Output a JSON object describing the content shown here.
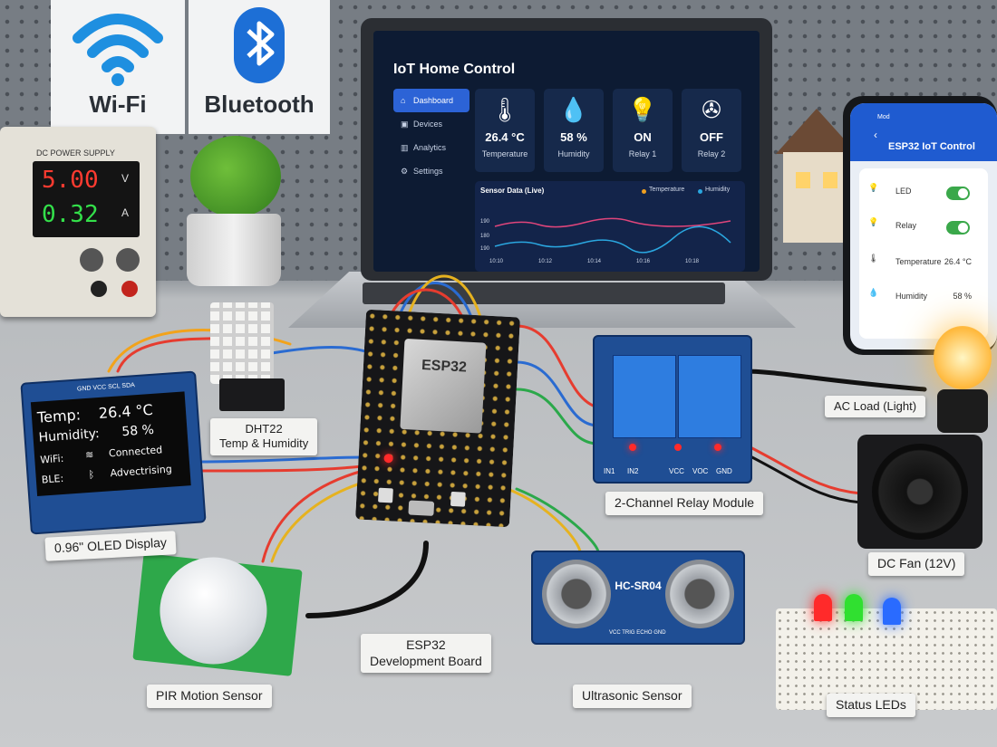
{
  "wall_signs": {
    "wifi": "Wi-Fi",
    "bluetooth": "Bluetooth"
  },
  "power_supply": {
    "title": "DC POWER SUPPLY",
    "voltage": "5.00",
    "voltage_unit": "V",
    "current": "0.32",
    "current_unit": "A"
  },
  "laptop_app": {
    "title": "IoT Home Control",
    "nav": [
      "Dashboard",
      "Devices",
      "Analytics",
      "Settings"
    ],
    "cards": [
      {
        "value": "26.4 °C",
        "label": "Temperature",
        "icon": "thermometer-icon"
      },
      {
        "value": "58 %",
        "label": "Humidity",
        "icon": "droplet-icon"
      },
      {
        "value": "ON",
        "label": "Relay 1",
        "icon": "lightbulb-icon"
      },
      {
        "value": "OFF",
        "label": "Relay 2",
        "icon": "fan-icon"
      }
    ],
    "chart": {
      "title": "Sensor Data (Live)",
      "legend": [
        "Temperature",
        "Humidity"
      ],
      "y_ticks": [
        "190",
        "180",
        "190"
      ],
      "x_ticks": [
        "10:10",
        "10:12",
        "10:14",
        "10:16",
        "10:18"
      ],
      "colors": {
        "temperature": "#e0457b",
        "humidity": "#2aa7e0"
      }
    }
  },
  "phone_app": {
    "status_time": "Mod",
    "title": "ESP32 IoT Control",
    "rows": [
      {
        "label": "LED",
        "icon": "lightbulb-icon",
        "toggle": true
      },
      {
        "label": "Relay",
        "icon": "lightbulb-outline-icon",
        "toggle": true
      },
      {
        "label": "Temperature",
        "icon": "thermometer-icon",
        "value": "26.4 °C"
      },
      {
        "label": "Humidity",
        "icon": "droplet-icon",
        "value": "58 %"
      }
    ]
  },
  "oled": {
    "pins": "GND VCC SCL SDA",
    "line1_label": "Temp:",
    "line1_value": "26.4 °C",
    "line2_label": "Humidity:",
    "line2_value": "58 %",
    "line3_label": "WiFi:",
    "line3_value": "Connected",
    "line4_label": "BLE:",
    "line4_value": "Advectrising"
  },
  "esp32_chip": "ESP32",
  "relay_pins": [
    "IN1",
    "IN2",
    "VCC",
    "VOC",
    "GND"
  ],
  "ultrasonic": {
    "chip_label": "HC-SR04",
    "pins": "VCC TRIG ECHO GND"
  },
  "labels": {
    "dht22": "DHT22\nTemp & Humidity",
    "oled": "0.96\" OLED Display",
    "relay": "2-Channel Relay Module",
    "ac_load": "AC Load (Light)",
    "fan": "DC Fan (12V)",
    "esp32": "ESP32\nDevelopment Board",
    "pir": "PIR Motion Sensor",
    "ultrasonic": "Ultrasonic Sensor",
    "leds": "Status LEDs"
  },
  "accent_colors": {
    "led_red": "#ff2a2a",
    "led_green": "#30e030",
    "led_blue": "#2a6bff",
    "pcb_blue": "#1f4e94"
  }
}
